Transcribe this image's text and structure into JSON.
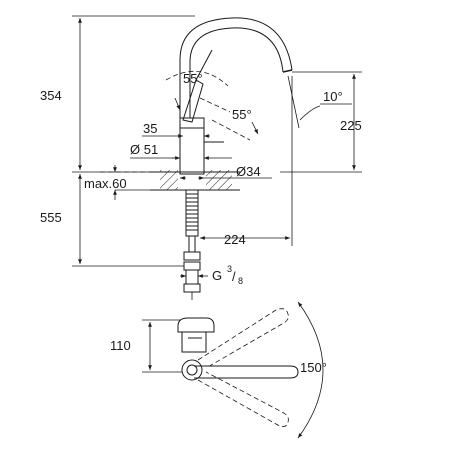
{
  "dimensions": {
    "total_height": "354",
    "spout_height": "225",
    "lever_angle_top": "55°",
    "lever_angle_side": "55°",
    "spout_tilt": "10°",
    "lever_width": "35",
    "body_diameter": "Ø 51",
    "base_diameter": "Ø34",
    "max_thickness": "max.60",
    "below_counter": "555",
    "reach": "224",
    "thread_letter": "G",
    "thread_num": "3",
    "thread_den": "8",
    "plan_depth": "110",
    "swivel_angle": "150°"
  }
}
